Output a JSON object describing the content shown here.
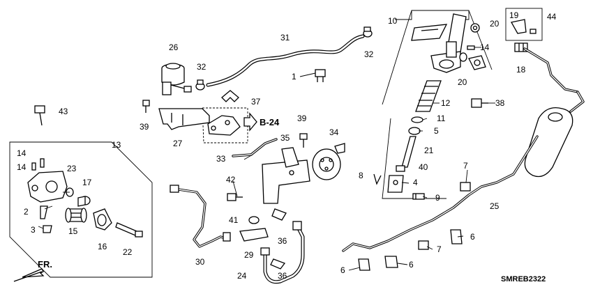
{
  "callouts": {
    "c1": "1",
    "c2": "2",
    "c3": "3",
    "c4": "4",
    "c5": "5",
    "c6a": "6",
    "c6b": "6",
    "c6c": "6",
    "c7a": "7",
    "c7b": "7",
    "c8": "8",
    "c9": "9",
    "c10": "10",
    "c11": "11",
    "c12": "12",
    "c13": "13",
    "c14a": "14",
    "c14b": "14",
    "c14c": "14",
    "c15": "15",
    "c16": "16",
    "c17": "17",
    "c18": "18",
    "c19": "19",
    "c20a": "20",
    "c20b": "20",
    "c21": "21",
    "c22": "22",
    "c23": "23",
    "c24": "24",
    "c25": "25",
    "c26": "26",
    "c27": "27",
    "c29": "29",
    "c30": "30",
    "c31": "31",
    "c32a": "32",
    "c32b": "32",
    "c33": "33",
    "c34": "34",
    "c35": "35",
    "c36a": "36",
    "c36b": "36",
    "c37": "37",
    "c38": "38",
    "c39a": "39",
    "c39b": "39",
    "c40": "40",
    "c41": "41",
    "c42": "42",
    "c43": "43",
    "c44": "44"
  },
  "reference": "B-24",
  "direction": "FR.",
  "diagram_code": "SMREB2322"
}
